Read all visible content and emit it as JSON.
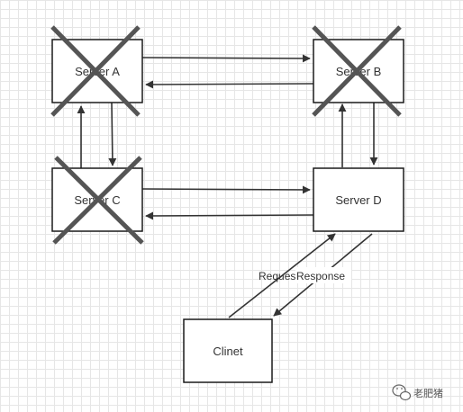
{
  "colors": {
    "node_stroke": "#1a1a1a",
    "edge": "#333333",
    "cross": "#555555",
    "grid": "#e6e6e6"
  },
  "nodes": [
    {
      "id": "server-a",
      "label": "Server A",
      "failed": true
    },
    {
      "id": "server-b",
      "label": "Server B",
      "failed": true
    },
    {
      "id": "server-c",
      "label": "Server C",
      "failed": true
    },
    {
      "id": "server-d",
      "label": "Server D",
      "failed": false
    },
    {
      "id": "client",
      "label": "Clinet",
      "failed": false
    }
  ],
  "edges": [
    {
      "from": "server-a",
      "to": "server-b"
    },
    {
      "from": "server-b",
      "to": "server-a"
    },
    {
      "from": "server-a",
      "to": "server-c"
    },
    {
      "from": "server-c",
      "to": "server-a"
    },
    {
      "from": "server-c",
      "to": "server-d"
    },
    {
      "from": "server-d",
      "to": "server-c"
    },
    {
      "from": "server-b",
      "to": "server-d"
    },
    {
      "from": "server-d",
      "to": "server-b"
    },
    {
      "from": "client",
      "to": "server-d",
      "label": "Request"
    },
    {
      "from": "server-d",
      "to": "client",
      "label": "Response"
    }
  ],
  "watermark": {
    "icon": "wechat-icon",
    "text": "老肥猪"
  }
}
